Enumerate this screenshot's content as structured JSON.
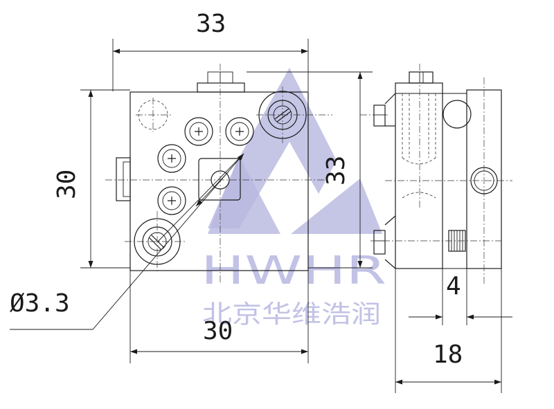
{
  "dimensions": {
    "top_width": "33",
    "left_height": "30",
    "right_height": "33",
    "bottom_width": "30",
    "hole_diameter": "Ø3.3",
    "side_small": "4",
    "side_width": "18"
  },
  "watermark": {
    "brand": "HWHR",
    "company": "北京华维浩润",
    "color": "#b8b8e0"
  }
}
